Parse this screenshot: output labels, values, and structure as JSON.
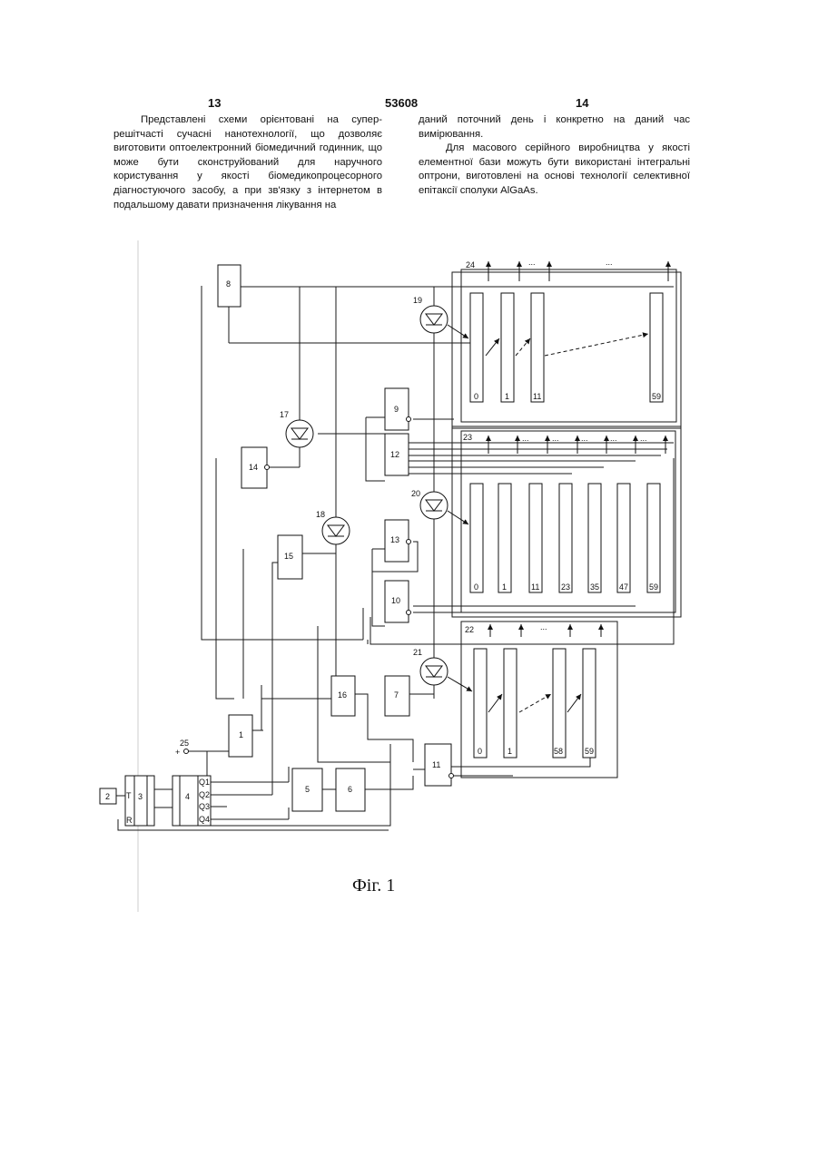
{
  "header": {
    "left_page": "13",
    "patent_number": "53608",
    "right_page": "14"
  },
  "left_column": {
    "paragraph": "Представлені схеми орієнтовані на супер-решітчасті сучасні нанотехнології, що дозволяє виготовити оптоелектронний біомедичний годинник, що може бути сконструйований для наручного користування у якості біомедикопроцесорного діагностуючого засобу, а при зв'язку з інтернетом в подальшому давати призначення лікування на"
  },
  "right_column": {
    "paragraph1": "даний поточний день і конкретно на даний час вимірювання.",
    "paragraph2": "Для масового серійного виробництва у якості елементної бази можуть бути використані інтегральні оптрони, виготовлені на основі технології селективної епітаксії сполуки AlGaAs."
  },
  "figure": {
    "caption": "Фіг. 1",
    "blocks": [
      "1",
      "2",
      "3",
      "4",
      "5",
      "6",
      "7",
      "8",
      "9",
      "10",
      "11",
      "12",
      "13",
      "14",
      "15",
      "16"
    ],
    "leds": [
      "17",
      "18",
      "19",
      "20",
      "21"
    ],
    "arrays": [
      "22",
      "23",
      "24"
    ],
    "supply_label": "25",
    "plus_sign": "+",
    "counter_outputs": [
      "Q1",
      "Q2",
      "Q3",
      "Q4"
    ],
    "counter_inputs": [
      "T",
      "R"
    ],
    "array24_cells": [
      "0",
      "1",
      "11",
      "59"
    ],
    "array23_cells": [
      "0",
      "1",
      "11",
      "23",
      "35",
      "47",
      "59"
    ],
    "array22_cells": [
      "0",
      "1",
      "58",
      "59"
    ],
    "ellipsis": "..."
  }
}
